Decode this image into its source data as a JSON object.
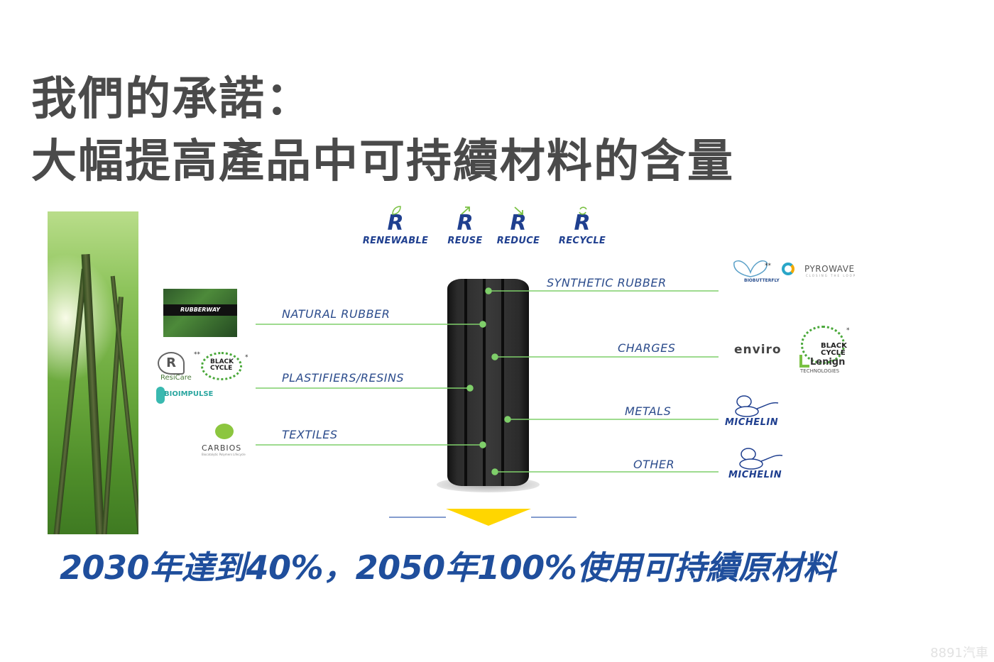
{
  "title": {
    "line1": "我們的承諾：",
    "line2": "大幅提高產品中可持續材料的含量"
  },
  "r_strategy": [
    {
      "label": "RENEWABLE",
      "glyph": "R",
      "icon": "leaf-icon"
    },
    {
      "label": "REUSE",
      "glyph": "R",
      "icon": "arrow-up-icon"
    },
    {
      "label": "REDUCE",
      "glyph": "R",
      "icon": "arrow-down-icon"
    },
    {
      "label": "RECYCLE",
      "glyph": "R",
      "icon": "recycle-icon"
    }
  ],
  "materials_left": [
    {
      "label": "NATURAL RUBBER"
    },
    {
      "label": "PLASTIFIERS/RESINS"
    },
    {
      "label": "TEXTILES"
    }
  ],
  "materials_right": [
    {
      "label": "SYNTHETIC RUBBER"
    },
    {
      "label": "CHARGES"
    },
    {
      "label": "METALS"
    },
    {
      "label": "OTHER"
    }
  ],
  "partners": {
    "rubberway": "RUBBERWAY",
    "resicare": "ResiCare",
    "blackcycle_left": "BLACK CYCLE",
    "bioimpulse": "BIOIMPULSE",
    "carbios": "CARBIOS",
    "carbios_tagline": "Biocatalytic Polymers Lifecycle",
    "biobutterfly": "BIOBUTTERFLY",
    "pyrowave": "PYROWAVE",
    "pyrowave_tagline": "CLOSING THE LOOP",
    "enviro": "enviro",
    "blackcycle_right": "BLACK CYCLE",
    "lenign": "Lenign",
    "lenign_sub": "TECHNOLOGIES",
    "michelin1": "MICHELIN",
    "michelin2": "MICHELIN",
    "stars2": "**",
    "star1": "*"
  },
  "slogan": "2030年達到40%，2050年100%使用可持續原材料",
  "watermark": "8891汽車",
  "colors": {
    "title": "#4a4a4a",
    "slogan": "#1f4e9c",
    "label": "#2c4c8c",
    "line": "#7fcf6a",
    "arrow": "#ffd600"
  }
}
